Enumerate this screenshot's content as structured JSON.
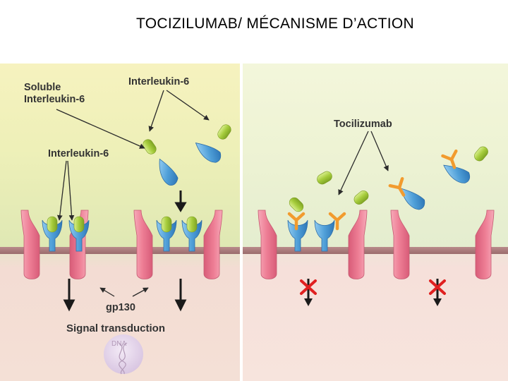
{
  "title": "TOCIZILUMAB/ MÉCANISME D’ACTION",
  "labels": {
    "soluble_line1": "Soluble",
    "soluble_line2": "Interleukin-6",
    "il6_top": "Interleukin-6",
    "il6_mid": "Interleukin-6",
    "tocilizumab": "Tocilizumab",
    "gp130": "gp130",
    "signal": "Signal transduction",
    "dna": "DNA"
  },
  "colors": {
    "receptor_pink": "#ee7f96",
    "gp130_blue": "#4f9fd8",
    "il6_green": "#a6cc3c",
    "antibody_orange": "#f29b2e",
    "membrane": "#a97b7b",
    "block_red": "#e02020"
  }
}
